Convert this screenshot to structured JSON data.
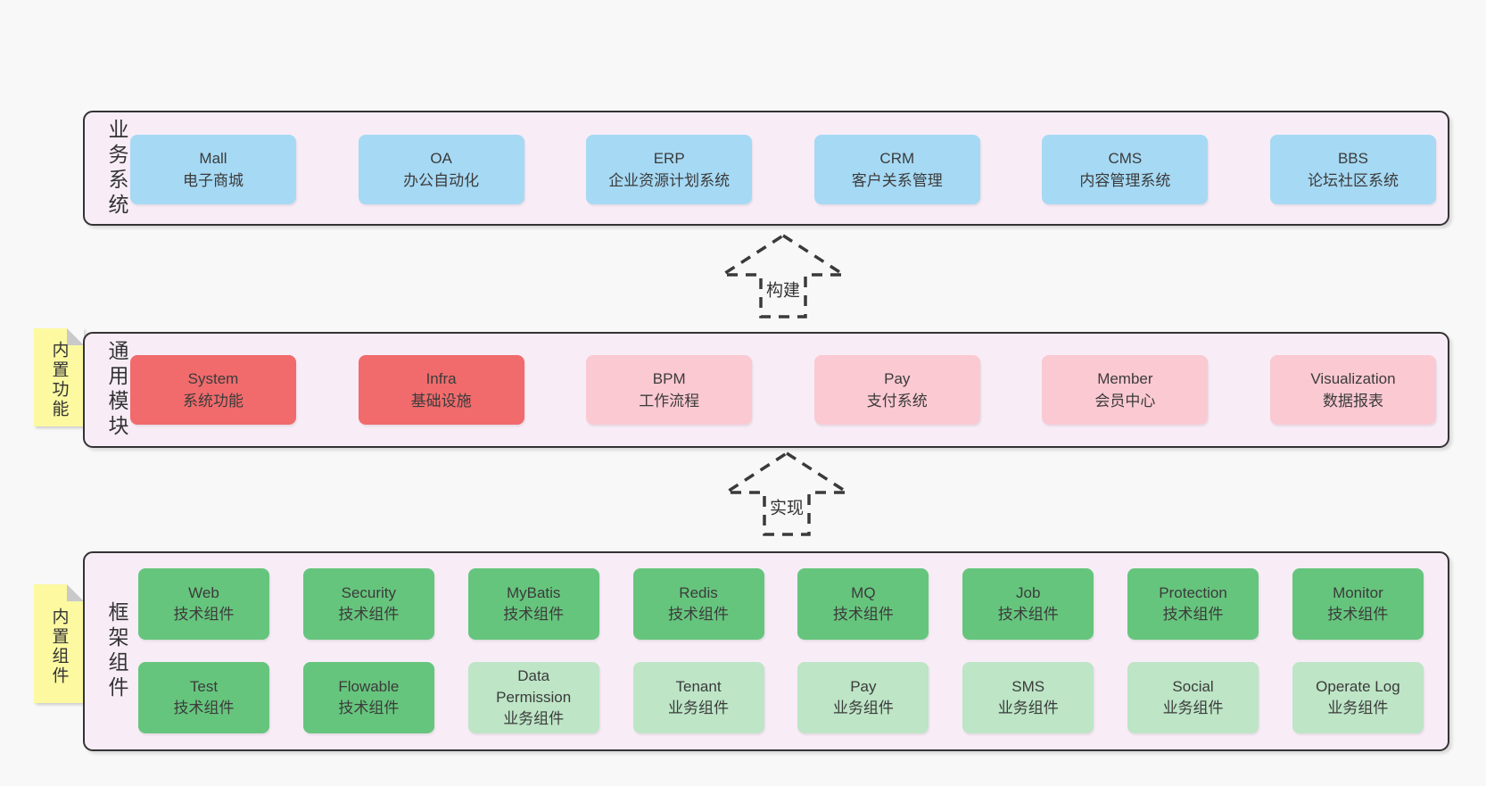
{
  "colors": {
    "page_bg": "#f8f8f8",
    "section_bg": "#f8edf7",
    "section_border": "#333333",
    "blue": "#a6d9f4",
    "red": "#f16b6c",
    "pink": "#fbc9d2",
    "green": "#66c57d",
    "green_light": "#bde5c6",
    "tag_yellow": "#fcf9a1",
    "fold_gray": "#c9c9c9",
    "text": "#3b3b3b"
  },
  "sections": [
    {
      "label": "业务系统",
      "boxes": [
        {
          "title": "Mall",
          "subtitle": "电子商城",
          "variant": "blue"
        },
        {
          "title": "OA",
          "subtitle": "办公自动化",
          "variant": "blue"
        },
        {
          "title": "ERP",
          "subtitle": "企业资源计划系统",
          "variant": "blue"
        },
        {
          "title": "CRM",
          "subtitle": "客户关系管理",
          "variant": "blue"
        },
        {
          "title": "CMS",
          "subtitle": "内容管理系统",
          "variant": "blue"
        },
        {
          "title": "BBS",
          "subtitle": "论坛社区系统",
          "variant": "blue"
        }
      ]
    },
    {
      "label": "通用模块",
      "tag": "内置功能",
      "boxes": [
        {
          "title": "System",
          "subtitle": "系统功能",
          "variant": "red"
        },
        {
          "title": "Infra",
          "subtitle": "基础设施",
          "variant": "red"
        },
        {
          "title": "BPM",
          "subtitle": "工作流程",
          "variant": "pink"
        },
        {
          "title": "Pay",
          "subtitle": "支付系统",
          "variant": "pink"
        },
        {
          "title": "Member",
          "subtitle": "会员中心",
          "variant": "pink"
        },
        {
          "title": "Visualization",
          "subtitle": "数据报表",
          "variant": "pink"
        }
      ]
    },
    {
      "label": "框架组件",
      "tag": "内置组件",
      "row1": [
        {
          "title": "Web",
          "subtitle": "技术组件",
          "variant": "green"
        },
        {
          "title": "Security",
          "subtitle": "技术组件",
          "variant": "green"
        },
        {
          "title": "MyBatis",
          "subtitle": "技术组件",
          "variant": "green"
        },
        {
          "title": "Redis",
          "subtitle": "技术组件",
          "variant": "green"
        },
        {
          "title": "MQ",
          "subtitle": "技术组件",
          "variant": "green"
        },
        {
          "title": "Job",
          "subtitle": "技术组件",
          "variant": "green"
        },
        {
          "title": "Protection",
          "subtitle": "技术组件",
          "variant": "green"
        },
        {
          "title": "Monitor",
          "subtitle": "技术组件",
          "variant": "green"
        }
      ],
      "row2": [
        {
          "title": "Test",
          "subtitle": "技术组件",
          "variant": "green"
        },
        {
          "title": "Flowable",
          "subtitle": "技术组件",
          "variant": "green"
        },
        {
          "title": "Data Permission",
          "subtitle": "业务组件",
          "variant": "green_light"
        },
        {
          "title": "Tenant",
          "subtitle": "业务组件",
          "variant": "green_light"
        },
        {
          "title": "Pay",
          "subtitle": "业务组件",
          "variant": "green_light"
        },
        {
          "title": "SMS",
          "subtitle": "业务组件",
          "variant": "green_light"
        },
        {
          "title": "Social",
          "subtitle": "业务组件",
          "variant": "green_light"
        },
        {
          "title": "Operate Log",
          "subtitle": "业务组件",
          "variant": "green_light"
        }
      ]
    }
  ],
  "arrows": [
    {
      "label": "构建"
    },
    {
      "label": "实现"
    }
  ]
}
